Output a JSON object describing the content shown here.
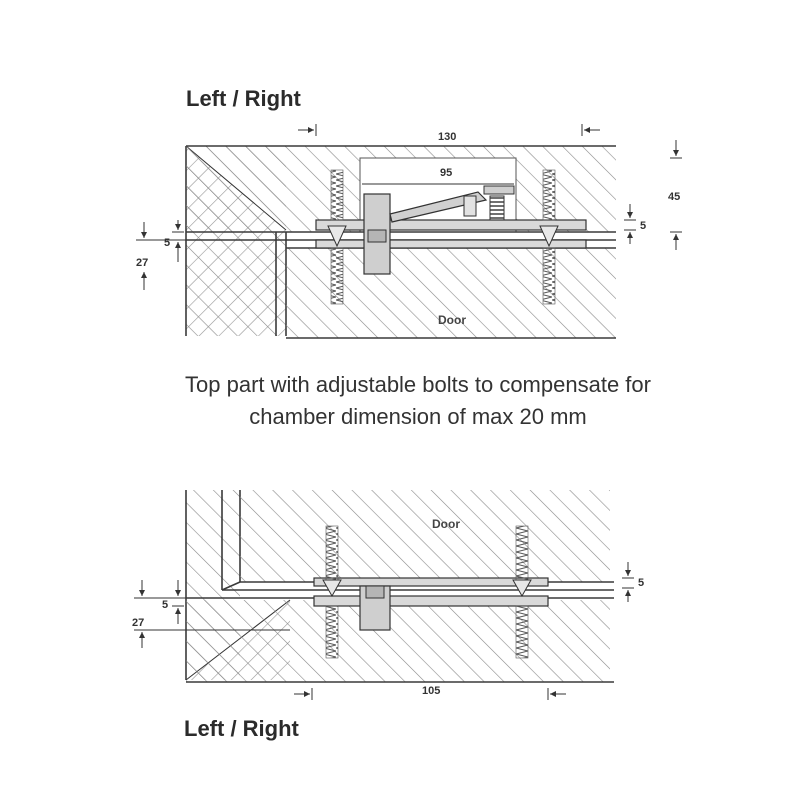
{
  "top_view": {
    "title": "Left / Right",
    "dims": {
      "overall": "130",
      "inner": "95",
      "depth": "45",
      "gap_right": "5",
      "gap_left": "5",
      "offset_left": "27"
    },
    "door_label": "Door"
  },
  "caption": {
    "line1": "Top part with adjustable bolts to compensate for",
    "line2": "chamber dimension of max 20 mm"
  },
  "bottom_view": {
    "title": "Left / Right",
    "dims": {
      "overall": "105",
      "gap_right": "5",
      "gap_left": "5",
      "offset_left": "27"
    },
    "door_label": "Door"
  }
}
